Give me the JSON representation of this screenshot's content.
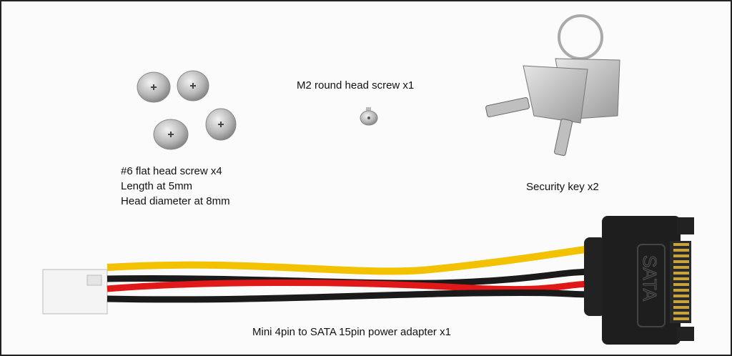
{
  "labels": {
    "flat_screw": [
      "#6 flat head screw x4",
      "Length at 5mm",
      "Head diameter at 8mm"
    ],
    "m2_screw": "M2 round head screw x1",
    "security_key": "Security key x2",
    "adapter": "Mini 4pin to SATA 15pin power adapter x1"
  },
  "connector_text": "SATA",
  "colors": {
    "yellow_wire": "#f2c200",
    "red_wire": "#e01818",
    "black_wire": "#1a1a1a",
    "connector": "#1e1e1e",
    "pins": "#c9a23a"
  }
}
